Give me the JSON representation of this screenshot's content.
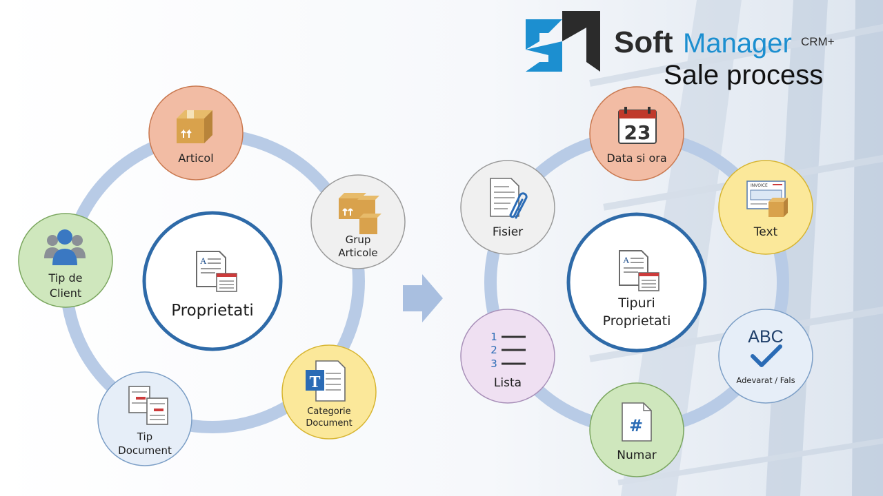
{
  "brand": {
    "name_soft": "Soft",
    "name_manager": "Manager",
    "suffix": "CRM+",
    "subtitle": "Sale process",
    "colors": {
      "logo_blue": "#1c8fd0",
      "logo_dark": "#2b2b2b",
      "manager_text": "#1c8fd0"
    }
  },
  "colors": {
    "ring": "#b8cbe6",
    "hub_border": "#2e6aa8",
    "arrow": "#a9bfe0",
    "orange_fill": "#f2bca4",
    "orange_stroke": "#c9784f",
    "grey_fill": "#f0f0f0",
    "grey_stroke": "#9a9a9a",
    "yellow_fill": "#fbe89a",
    "yellow_stroke": "#d7b531",
    "blue_fill": "#e6eef8",
    "blue_stroke": "#7b9ec6",
    "green_fill": "#cfe7bd",
    "green_stroke": "#7aa65e",
    "purple_fill": "#efe0f2",
    "purple_stroke": "#a88fb8"
  },
  "left_cycle": {
    "center": {
      "label": "Proprietati",
      "icon": "document-properties-icon"
    },
    "nodes": [
      {
        "id": "articol",
        "lines": [
          "Articol"
        ],
        "icon": "box-icon",
        "color": "orange"
      },
      {
        "id": "grup-articole",
        "lines": [
          "Grup",
          "Articole"
        ],
        "icon": "boxes-icon",
        "color": "grey"
      },
      {
        "id": "categorie-document",
        "lines": [
          "Categorie",
          "Document"
        ],
        "icon": "text-document-icon",
        "color": "yellow"
      },
      {
        "id": "tip-document",
        "lines": [
          "Tip",
          "Document"
        ],
        "icon": "documents-icon",
        "color": "blue"
      },
      {
        "id": "tip-de-client",
        "lines": [
          "Tip de",
          "Client"
        ],
        "icon": "users-icon",
        "color": "green"
      }
    ]
  },
  "right_cycle": {
    "center": {
      "lines": [
        "Tipuri",
        "Proprietati"
      ],
      "icon": "document-properties-icon"
    },
    "nodes": [
      {
        "id": "data-si-ora",
        "lines": [
          "Data si ora"
        ],
        "icon": "calendar-icon",
        "color": "orange",
        "icon_text": "23"
      },
      {
        "id": "text",
        "lines": [
          "Text"
        ],
        "icon": "invoice-icon",
        "color": "yellow",
        "icon_text": "INVOICE"
      },
      {
        "id": "adevarat-fals",
        "lines": [
          "Adevarat / Fals"
        ],
        "icon": "abc-check-icon",
        "color": "blue",
        "icon_text": "ABC"
      },
      {
        "id": "numar",
        "lines": [
          "Numar"
        ],
        "icon": "hash-document-icon",
        "color": "green",
        "icon_text": "#"
      },
      {
        "id": "lista",
        "lines": [
          "Lista"
        ],
        "icon": "numbered-list-icon",
        "color": "purple",
        "icon_text": [
          "1",
          "2",
          "3"
        ]
      },
      {
        "id": "fisier",
        "lines": [
          "Fisier"
        ],
        "icon": "attachment-document-icon",
        "color": "grey"
      }
    ]
  }
}
